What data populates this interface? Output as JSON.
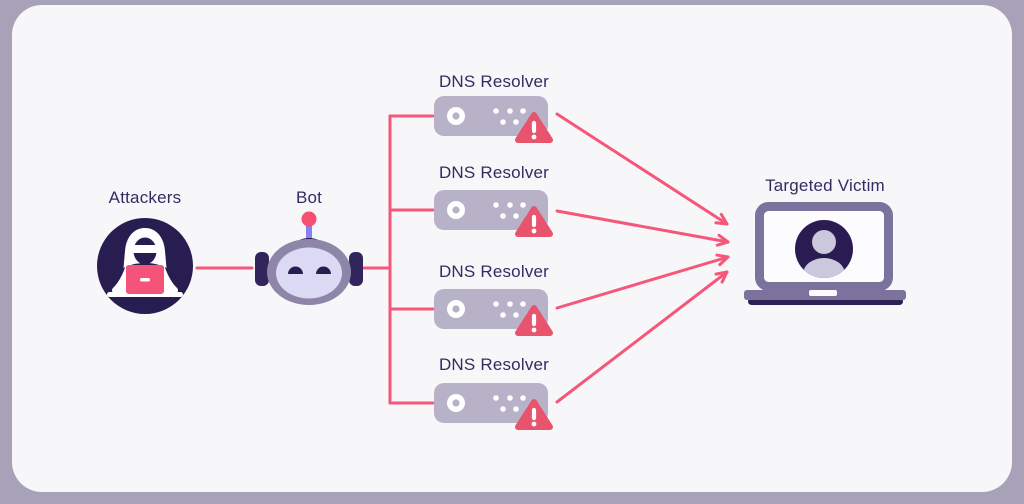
{
  "colors": {
    "canvas_background": "#a8a2b8",
    "panel_background": "#f7f6f8",
    "connector_pink": "#f5577a",
    "warning_red": "#e8546e",
    "server_gray": "#b8b2c9",
    "dark_navy": "#271d50",
    "label_text": "#372a63",
    "bot_head_ring": "#8e86a9",
    "bot_face": "#dcd9f4",
    "antenna_stem": "#8b80ee",
    "laptop_frame": "#7b729e",
    "laptop_base_dark": "#2d2057",
    "avatar_person": "#cbc7dc",
    "attacker_laptop_pink": "#f4547a"
  },
  "nodes": {
    "attackers": {
      "label": "Attackers",
      "icon": "hacker-icon"
    },
    "bot": {
      "label": "Bot",
      "icon": "robot-icon"
    },
    "resolvers": [
      {
        "label": "DNS Resolver",
        "icon": "server-icon",
        "status_icon": "warning-triangle-icon"
      },
      {
        "label": "DNS Resolver",
        "icon": "server-icon",
        "status_icon": "warning-triangle-icon"
      },
      {
        "label": "DNS Resolver",
        "icon": "server-icon",
        "status_icon": "warning-triangle-icon"
      },
      {
        "label": "DNS Resolver",
        "icon": "server-icon",
        "status_icon": "warning-triangle-icon"
      }
    ],
    "victim": {
      "label": "Targeted Victim",
      "icon": "laptop-user-icon"
    }
  }
}
